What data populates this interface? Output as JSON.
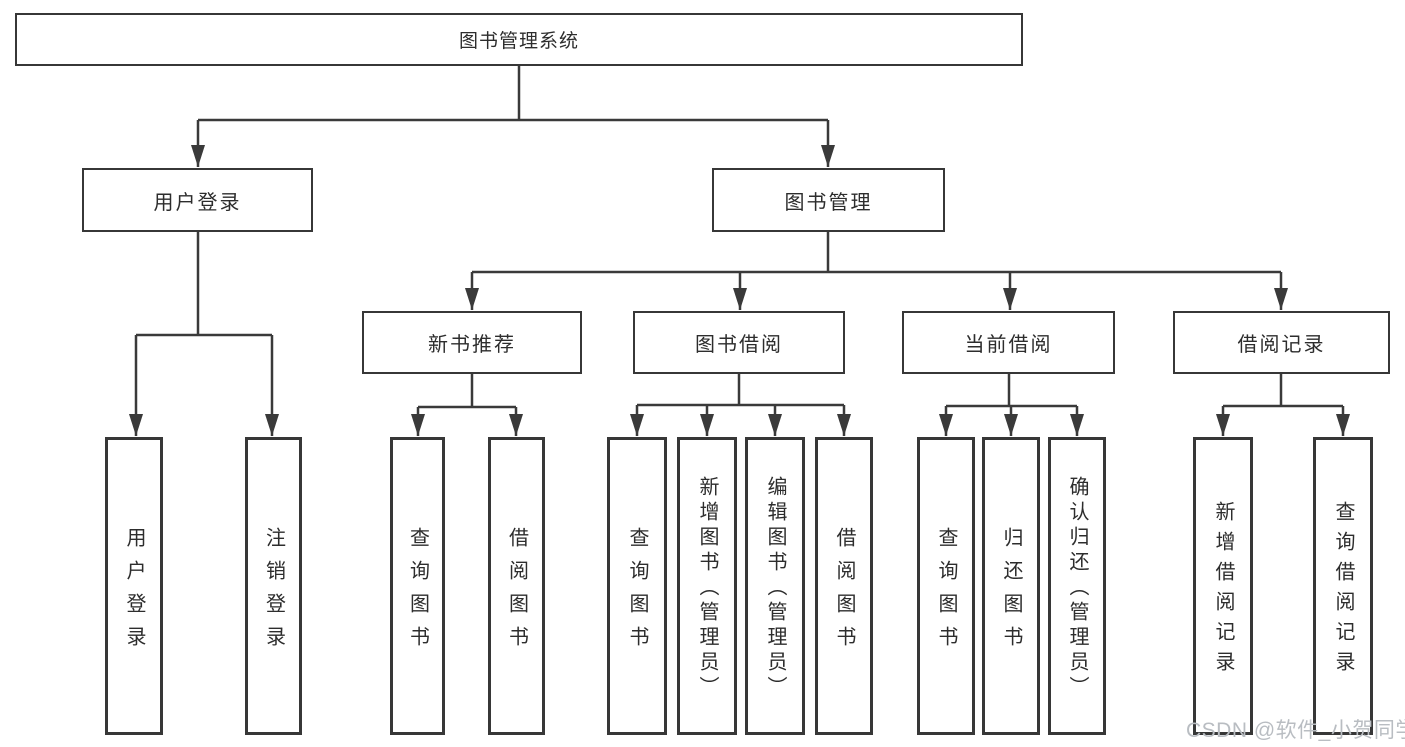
{
  "page": {
    "background_color": "#ffffff",
    "line_color": "#3a3a3a",
    "box_border_color": "#373737",
    "text_color": "#2d2d2d",
    "watermark_color": "#b9bdc2"
  },
  "tree": {
    "root": {
      "label": "图书管理系统"
    },
    "level2": [
      {
        "label": "用户登录",
        "children": [
          "用户登录",
          "注销登录"
        ]
      },
      {
        "label": "图书管理",
        "groups": [
          {
            "label": "新书推荐",
            "children": [
              "查询图书",
              "借阅图书"
            ]
          },
          {
            "label": "图书借阅",
            "children": [
              "查询图书",
              "新增图书（管理员）",
              "编辑图书（管理员）",
              "借阅图书"
            ]
          },
          {
            "label": "当前借阅",
            "children": [
              "查询图书",
              "归还图书",
              "确认归还（管理员）"
            ]
          },
          {
            "label": "借阅记录",
            "children": [
              "新增借阅记录",
              "查询借阅记录"
            ]
          }
        ]
      }
    ]
  },
  "watermark": {
    "text": "CSDN @软件_小贺同学"
  }
}
